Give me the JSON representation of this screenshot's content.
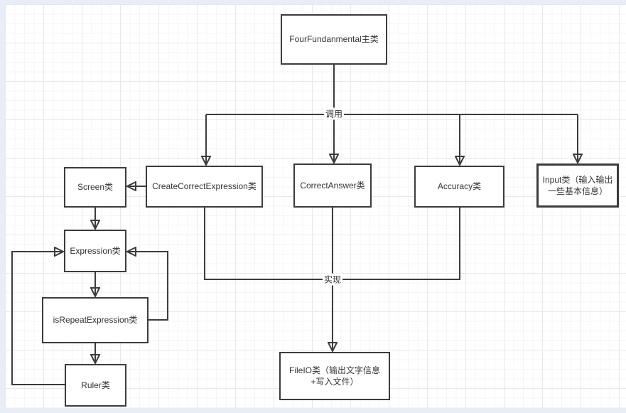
{
  "colors": {
    "canvas_margin": "#e9edf6",
    "page_background": "#ffffff",
    "grid_minor": "#f5f5f5",
    "grid_major": "#e8e8e8",
    "stroke": "#3c3c3c",
    "text": "#333333"
  },
  "nodes": {
    "main": {
      "label": "FourFundanmental主类"
    },
    "screen": {
      "label": "Screen类"
    },
    "create_correct_expression": {
      "label": "CreateCorrectExpression类"
    },
    "correct_answer": {
      "label": "CorrectAnswer类"
    },
    "accuracy": {
      "label": "Accuracy类"
    },
    "input": {
      "line1": "Input类（输入输出",
      "line2": "一些基本信息）"
    },
    "expression": {
      "label": "Expression类"
    },
    "is_repeat_expression": {
      "label": "isRepeatExpression类"
    },
    "ruler": {
      "label": "Ruler类"
    },
    "fileio": {
      "line1": "FileIO类（输出文字信息",
      "line2": "+写入文件）"
    }
  },
  "edge_labels": {
    "calls": "调用",
    "implements": "实现"
  }
}
